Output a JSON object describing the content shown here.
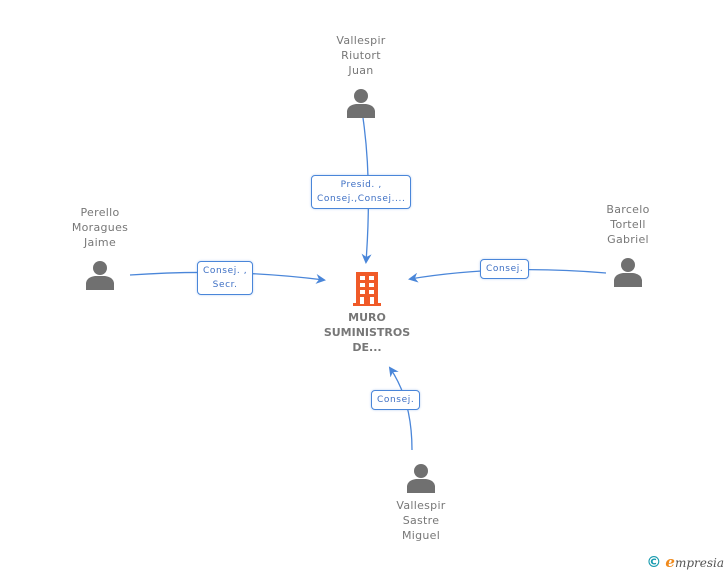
{
  "company": {
    "name_lines": [
      "MURO",
      "SUMINISTROS",
      "DE..."
    ],
    "icon": "building-icon",
    "color": "#f05a28"
  },
  "persons": [
    {
      "id": "top",
      "name_lines": [
        "Vallespir",
        "Riutort",
        "Juan"
      ],
      "icon": "person-icon"
    },
    {
      "id": "left",
      "name_lines": [
        "Perello",
        "Moragues",
        "Jaime"
      ],
      "icon": "person-icon"
    },
    {
      "id": "right",
      "name_lines": [
        "Barcelo",
        "Tortell",
        "Gabriel"
      ],
      "icon": "person-icon"
    },
    {
      "id": "bottom",
      "name_lines": [
        "Vallespir",
        "Sastre",
        "Miguel"
      ],
      "icon": "person-icon"
    }
  ],
  "relations": [
    {
      "from": "top",
      "role_lines": [
        "Presid. ,",
        "Consej.,Consej...."
      ]
    },
    {
      "from": "left",
      "role_lines": [
        "Consej. ,",
        "Secr."
      ]
    },
    {
      "from": "right",
      "role_lines": [
        "Consej."
      ]
    },
    {
      "from": "bottom",
      "role_lines": [
        "Consej."
      ]
    }
  ],
  "colors": {
    "edge": "#4a86d9",
    "person_icon": "#707070",
    "label_text": "#777777"
  },
  "footer": {
    "copyright_symbol": "©",
    "brand_initial": "e",
    "brand_rest": "mpresia"
  }
}
